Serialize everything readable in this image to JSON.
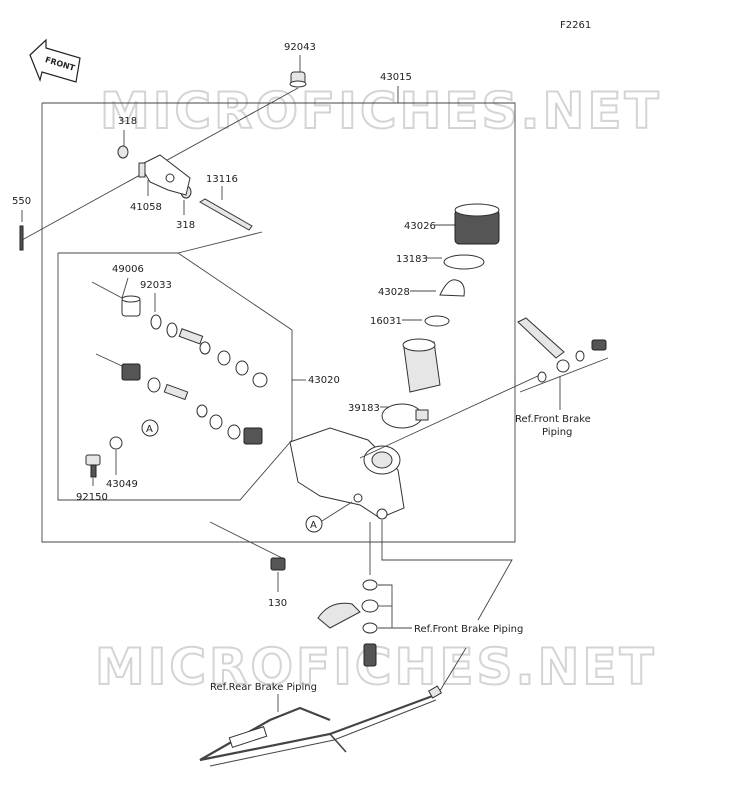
{
  "diagram_code": "F2261",
  "watermark": "MICROFICHES.NET",
  "front_arrow_label": "FRONT",
  "parts": {
    "p92043": "92043",
    "p43015": "43015",
    "p318a": "318",
    "p318b": "318",
    "p550": "550",
    "p41058": "41058",
    "p13116": "13116",
    "p49006": "49006",
    "p92033": "92033",
    "p43020": "43020",
    "p43026": "43026",
    "p13183": "13183",
    "p43028": "43028",
    "p16031": "16031",
    "p39183": "39183",
    "p43049": "43049",
    "p92150": "92150",
    "p130": "130"
  },
  "callouts": {
    "a1": "A",
    "a2": "A"
  },
  "references": {
    "front_brake_1_line1": "Ref.Front Brake",
    "front_brake_1_line2": "Piping",
    "front_brake_2": "Ref.Front Brake Piping",
    "rear_brake": "Ref.Rear Brake Piping"
  }
}
